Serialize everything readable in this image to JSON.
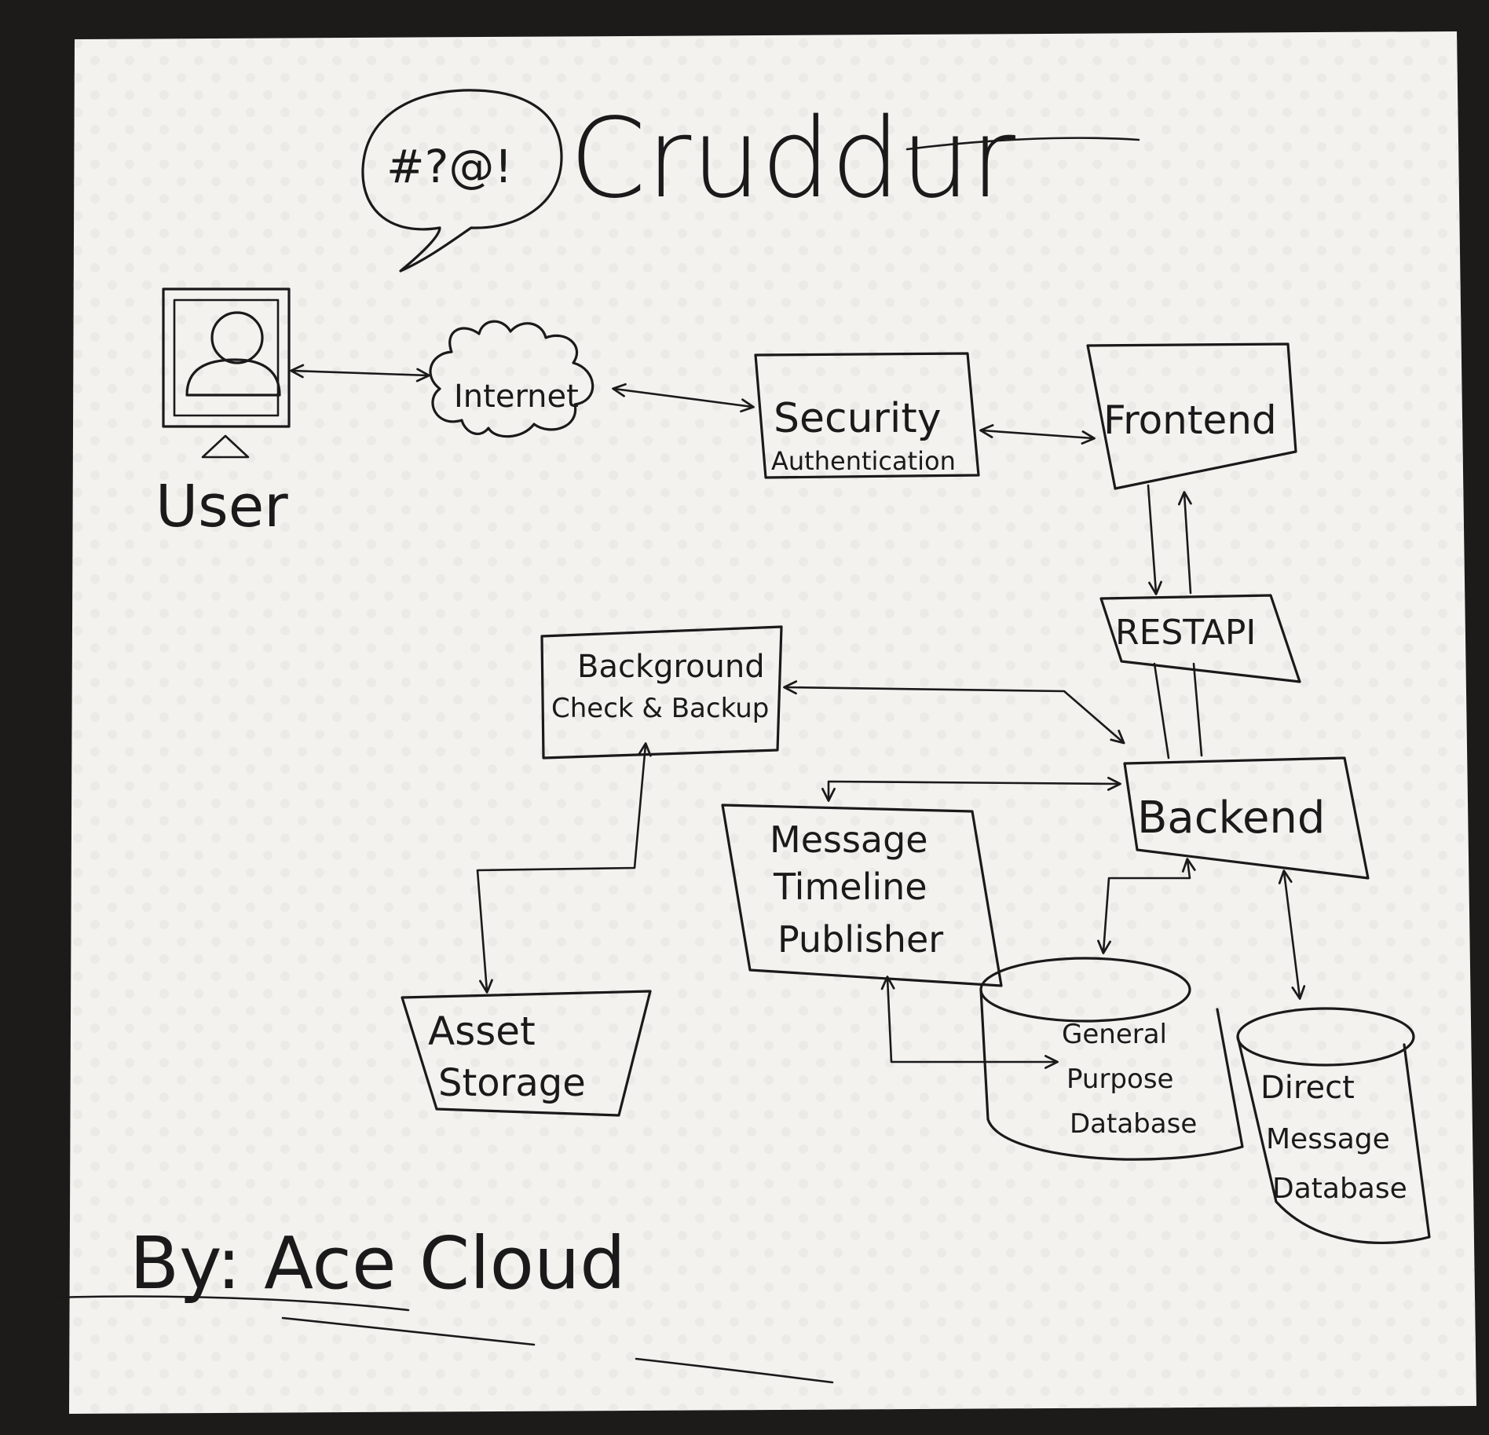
{
  "title": "Cruddur",
  "logo_glyphs": "#?@!",
  "author": "By: Ace Cloud",
  "nodes": {
    "user": "User",
    "internet": "Internet",
    "security_line1": "Security",
    "security_line2": "Authentication",
    "frontend": "Frontend",
    "rest_api": "RESTAPI",
    "background_line1": "Background",
    "background_line2": "Check & Backup",
    "backend": "Backend",
    "publisher_line1": "Message",
    "publisher_line2": "Timeline",
    "publisher_line3": "Publisher",
    "asset_line1": "Asset",
    "asset_line2": "Storage",
    "gp_db_line1": "General",
    "gp_db_line2": "Purpose",
    "gp_db_line3": "Database",
    "dm_db_line1": "Direct",
    "dm_db_line2": "Message",
    "dm_db_line3": "Database"
  },
  "colors": {
    "ink": "#1a1a1a",
    "paper": "#f3f2ef",
    "table": "#1c1b1a"
  }
}
